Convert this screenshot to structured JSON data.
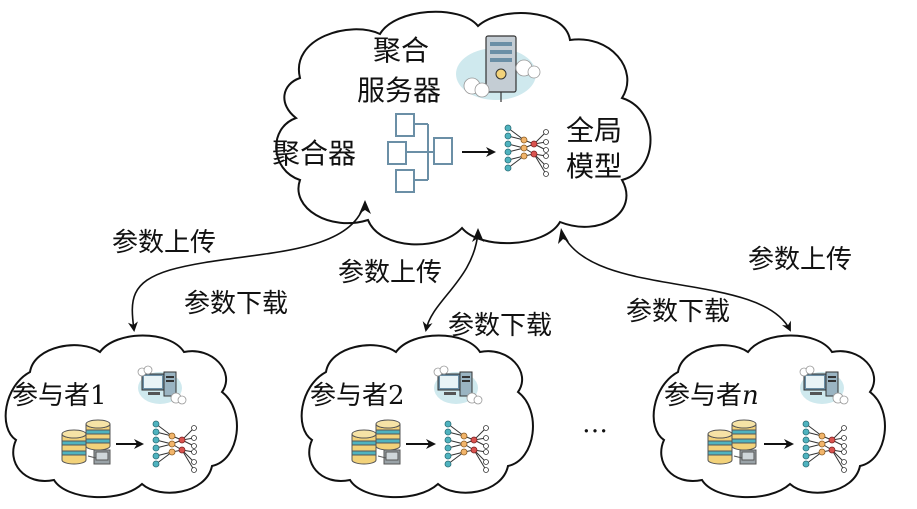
{
  "server": {
    "title_line1": "聚合",
    "title_line2": "服务器",
    "aggregator_label": "聚合器",
    "global_model_line1": "全局",
    "global_model_line2": "模型"
  },
  "links": {
    "upload_left": "参数上传",
    "download_left": "参数下载",
    "upload_mid": "参数上传",
    "download_mid": "参数下载",
    "upload_right": "参数上传",
    "download_right": "参数下载"
  },
  "participants": [
    {
      "name": "参与者1"
    },
    {
      "name": "参与者2"
    },
    {
      "name": "参与者",
      "suffix": "n"
    }
  ],
  "ellipsis": "…",
  "colors": {
    "teal": "#4fb3bf",
    "yellow": "#f2d27a",
    "red": "#d9534f",
    "steel": "#6b8fa6",
    "cloud_bg": "#cfe9ee"
  }
}
